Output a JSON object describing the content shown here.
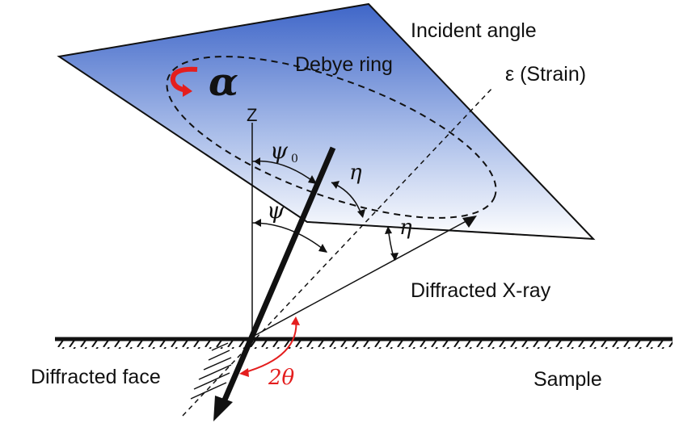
{
  "labels": {
    "incident_angle": "Incident angle",
    "debye_ring": "Debye ring",
    "strain": "ε (Strain)",
    "z_axis": "Z",
    "alpha": "α",
    "psi0": "ψ",
    "psi0_sub": "0",
    "psi": "ψ",
    "eta1": "η",
    "eta2": "η",
    "diffracted_xray": "Diffracted X-ray",
    "diffracted_face": "Diffracted face",
    "two_theta": "2θ",
    "sample": "Sample"
  },
  "colors": {
    "plane_top": "#3f66c8",
    "plane_bottom": "#ffffff",
    "accent_red": "#e41e1e",
    "ink": "#111111"
  }
}
